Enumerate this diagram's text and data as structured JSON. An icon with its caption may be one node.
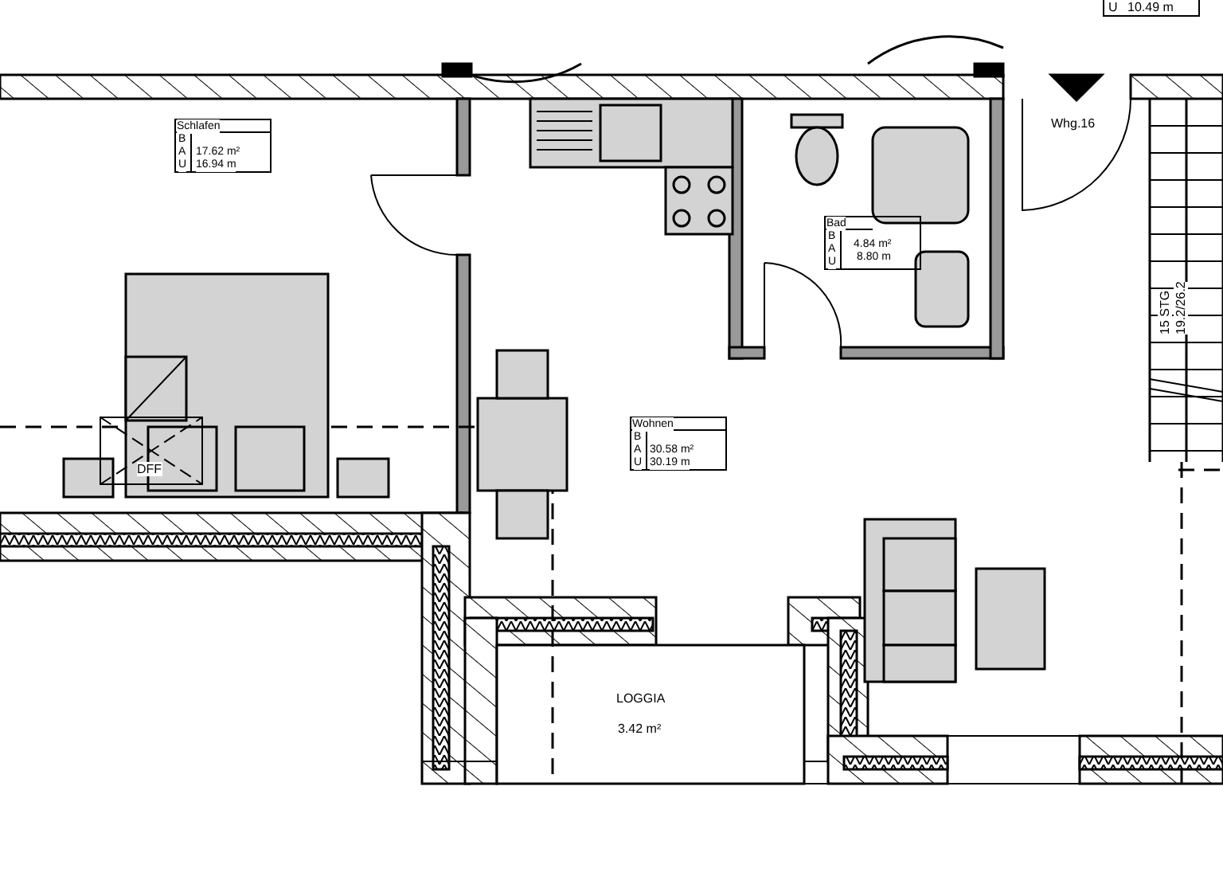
{
  "diagram": {
    "labels": [
      "U",
      "10.49 m",
      "Schlafen",
      "B",
      "A",
      "17.62 m²",
      "U",
      "16.94 m",
      "Whg.16",
      "Bad",
      "B",
      "A",
      "4.84 m²",
      "U",
      "8.80 m",
      "15 STG",
      "19.2/26.2",
      "Wohnen",
      "B",
      "A",
      "30.58 m²",
      "U",
      "30.19 m",
      "DFF",
      "LOGGIA",
      "3.42 m²"
    ]
  }
}
